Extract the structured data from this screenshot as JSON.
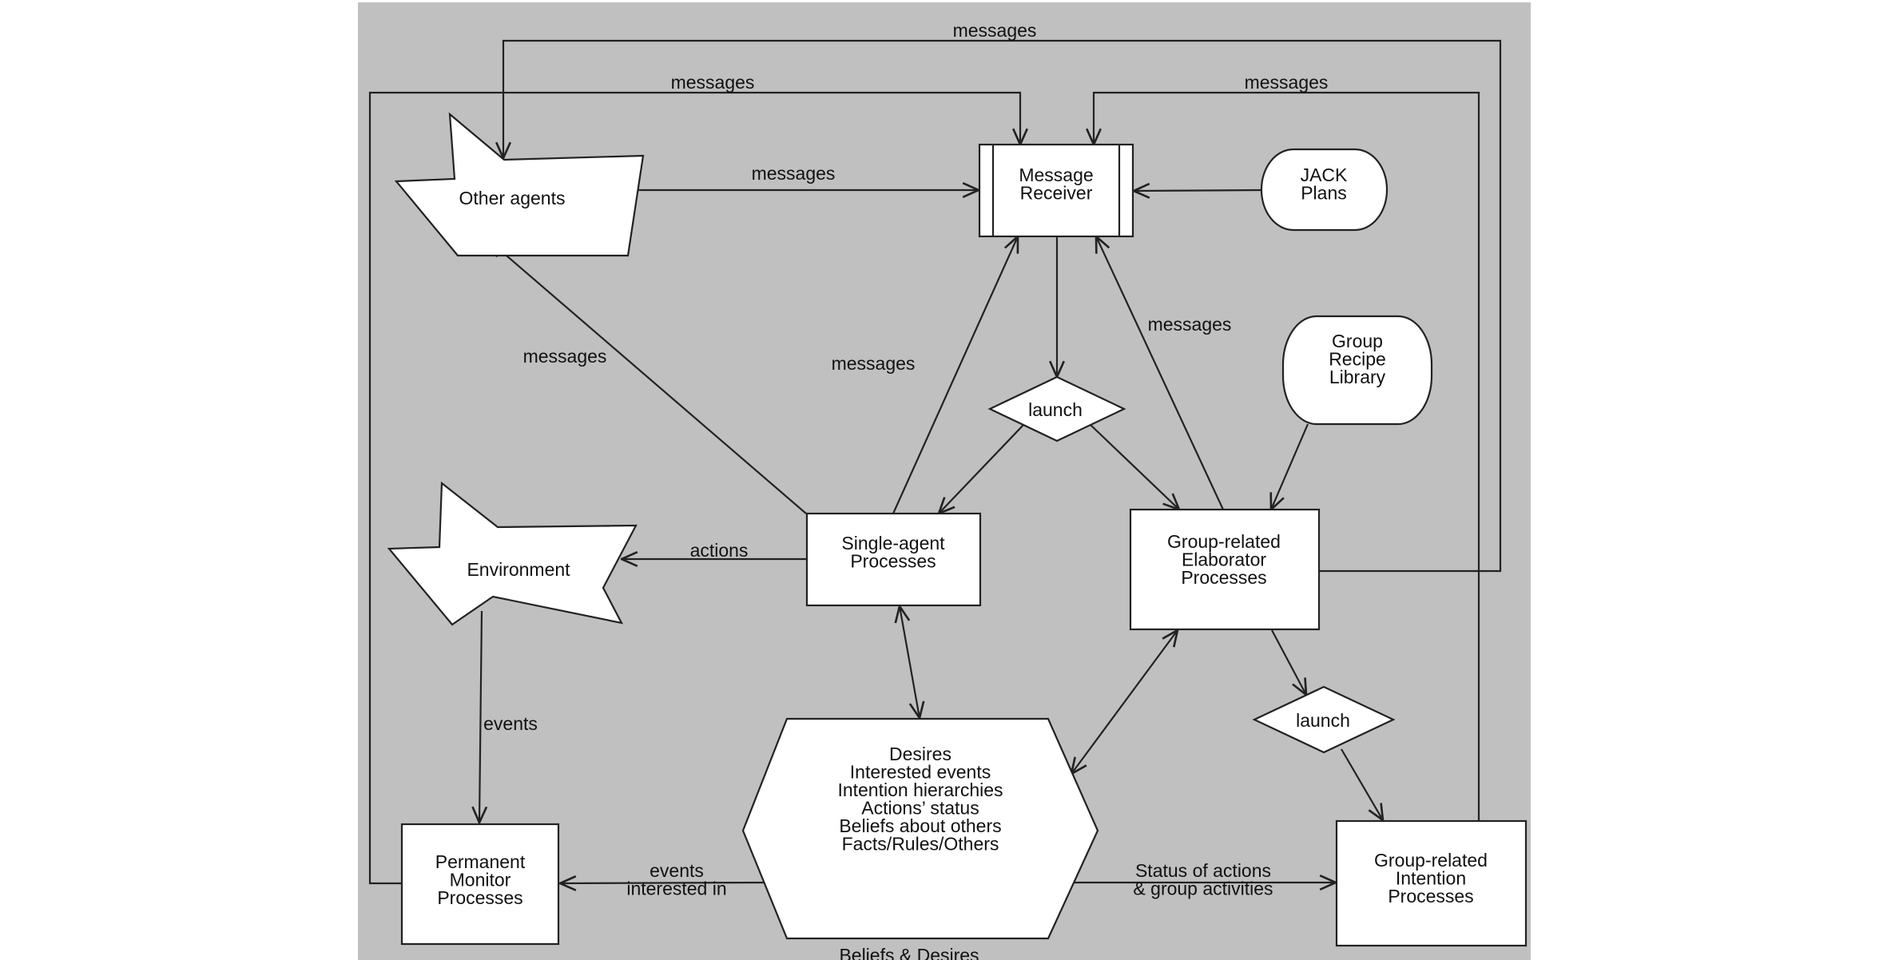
{
  "diagram": {
    "colors": {
      "panel": "#c0c0c0",
      "node_fill": "#ffffff",
      "stroke": "#222222",
      "text": "#111111"
    },
    "caption": "Beliefs & Desires",
    "nodes": {
      "other_agents": {
        "lines": [
          "Other agents"
        ]
      },
      "message_receiver": {
        "lines": [
          "Message",
          "Receiver"
        ]
      },
      "jack_plans": {
        "lines": [
          "JACK",
          "Plans"
        ]
      },
      "group_recipe_library": {
        "lines": [
          "Group",
          "Recipe",
          "Library"
        ]
      },
      "launch_top": {
        "lines": [
          "launch"
        ]
      },
      "single_agent": {
        "lines": [
          "Single-agent",
          "Processes"
        ]
      },
      "group_elaborator": {
        "lines": [
          "Group-related",
          "Elaborator",
          "Processes"
        ]
      },
      "environment": {
        "lines": [
          "Environment"
        ]
      },
      "launch_bottom": {
        "lines": [
          "launch"
        ]
      },
      "beliefs_store": {
        "lines": [
          "Desires",
          "Interested events",
          "Intention hierarchies",
          "Actions’ status",
          "Beliefs about others",
          "Facts/Rules/Others"
        ]
      },
      "permanent_monitor": {
        "lines": [
          "Permanent",
          "Monitor",
          "Processes"
        ]
      },
      "group_intention": {
        "lines": [
          "Group-related",
          "Intention",
          "Processes"
        ]
      }
    },
    "edge_labels": {
      "outer_top": "messages",
      "monitor_to_receiver": "messages",
      "intention_to_receiver": "messages",
      "agents_to_receiver": "messages",
      "single_to_agents": "messages",
      "single_to_receiver": "messages",
      "elaborator_to_receiver": "messages",
      "actions": "actions",
      "events": "events",
      "events_interested_in": [
        "events",
        "interested in"
      ],
      "status_of_actions": [
        "Status of actions",
        "& group activities"
      ]
    }
  }
}
